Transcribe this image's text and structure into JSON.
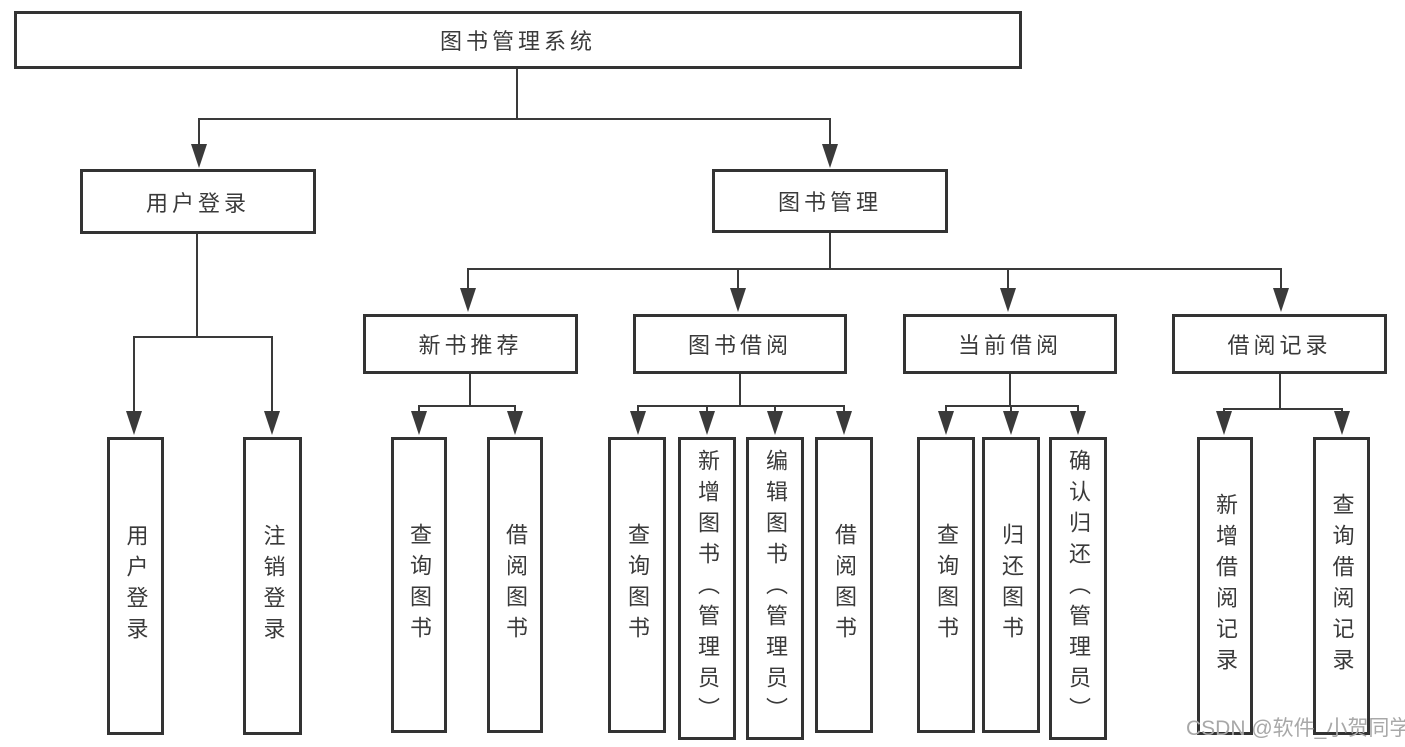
{
  "diagram_title": "图书管理系统",
  "watermark": "CSDN @软件_小贺同学",
  "colors": {
    "line": "#3a3a3a",
    "box_border": "#333333",
    "box_background": "#ffffff",
    "text": "#3a3a3a",
    "watermark": "#a8a8a8"
  },
  "tree": {
    "root": {
      "label": "图书管理系统"
    },
    "children": [
      {
        "label": "用户登录",
        "children": [
          {
            "label": "用户登录"
          },
          {
            "label": "注销登录"
          }
        ]
      },
      {
        "label": "图书管理",
        "children": [
          {
            "label": "新书推荐",
            "children": [
              {
                "label": "查询图书"
              },
              {
                "label": "借阅图书"
              }
            ]
          },
          {
            "label": "图书借阅",
            "children": [
              {
                "label": "查询图书"
              },
              {
                "label": "新增图书（管理员）"
              },
              {
                "label": "编辑图书（管理员）"
              },
              {
                "label": "借阅图书"
              }
            ]
          },
          {
            "label": "当前借阅",
            "children": [
              {
                "label": "查询图书"
              },
              {
                "label": "归还图书"
              },
              {
                "label": "确认归还（管理员）"
              }
            ]
          },
          {
            "label": "借阅记录",
            "children": [
              {
                "label": "新增借阅记录"
              },
              {
                "label": "查询借阅记录"
              }
            ]
          }
        ]
      }
    ]
  }
}
